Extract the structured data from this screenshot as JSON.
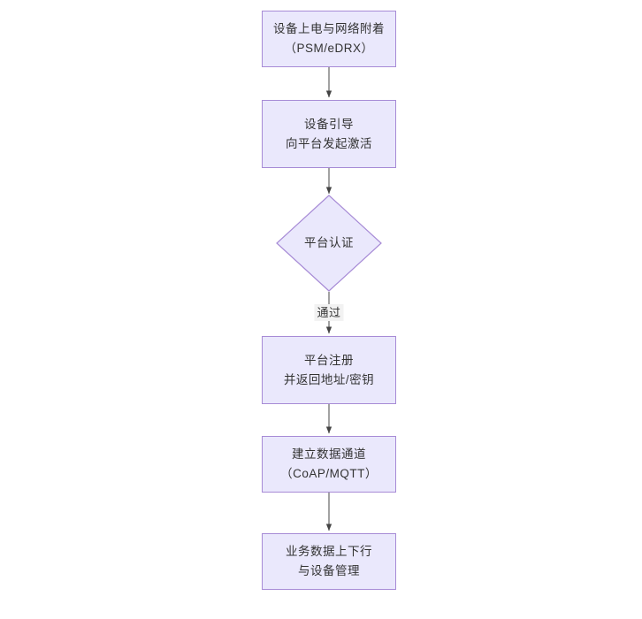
{
  "diagram": {
    "type": "flowchart",
    "orientation": "top-to-bottom",
    "background_color": "#ffffff",
    "node_fill_color": "#eae8fc",
    "node_border_color": "#a78bd6",
    "text_color": "#333333",
    "edge_color": "#555555",
    "nodes": [
      {
        "id": "n1",
        "shape": "rectangle",
        "line1": "设备上电与网络附着",
        "line2": "（PSM/eDRX）"
      },
      {
        "id": "n2",
        "shape": "rectangle",
        "line1": "设备引导",
        "line2": "向平台发起激活"
      },
      {
        "id": "n3",
        "shape": "diamond",
        "line1": "平台认证",
        "line2": ""
      },
      {
        "id": "n4",
        "shape": "rectangle",
        "line1": "平台注册",
        "line2": "并返回地址/密钥"
      },
      {
        "id": "n5",
        "shape": "rectangle",
        "line1": "建立数据通道",
        "line2": "（CoAP/MQTT）"
      },
      {
        "id": "n6",
        "shape": "rectangle",
        "line1": "业务数据上下行",
        "line2": "与设备管理"
      }
    ],
    "edges": [
      {
        "from": "n1",
        "to": "n2",
        "label": ""
      },
      {
        "from": "n2",
        "to": "n3",
        "label": ""
      },
      {
        "from": "n3",
        "to": "n4",
        "label": "通过"
      },
      {
        "from": "n4",
        "to": "n5",
        "label": ""
      },
      {
        "from": "n5",
        "to": "n6",
        "label": ""
      }
    ]
  }
}
